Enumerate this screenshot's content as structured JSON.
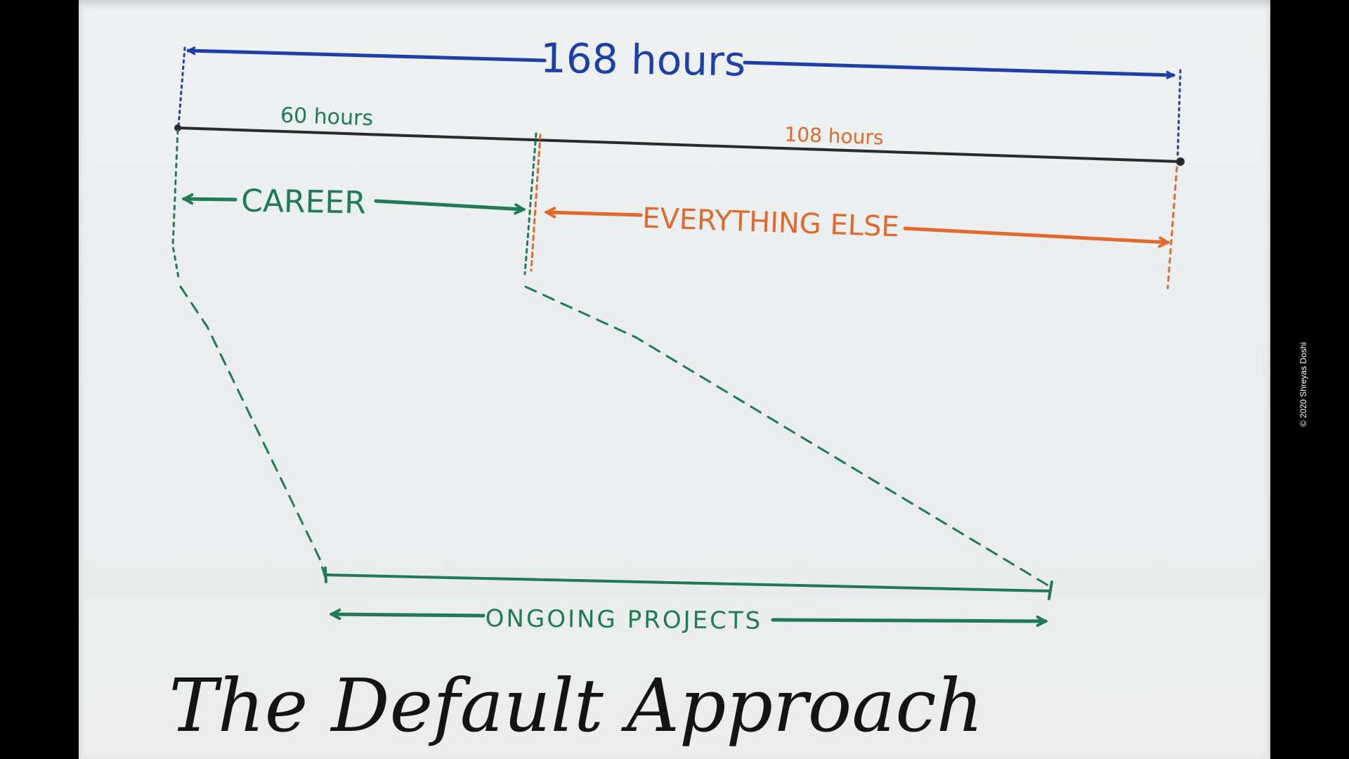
{
  "diagram": {
    "total_label": "168 hours",
    "career_hours_label": "60 hours",
    "else_hours_label": "108 hours",
    "career_label": "CAREER",
    "else_label": "EVERYTHING ELSE",
    "projects_label": "ONGOING PROJECTS",
    "title": "The Default Approach",
    "colors": {
      "blue": "#1f3fa8",
      "black": "#2a2a2a",
      "green": "#1f7a55",
      "orange": "#e06a2c",
      "title": "#141414"
    }
  },
  "copyright": "© 2020 Shreyas Doshi"
}
